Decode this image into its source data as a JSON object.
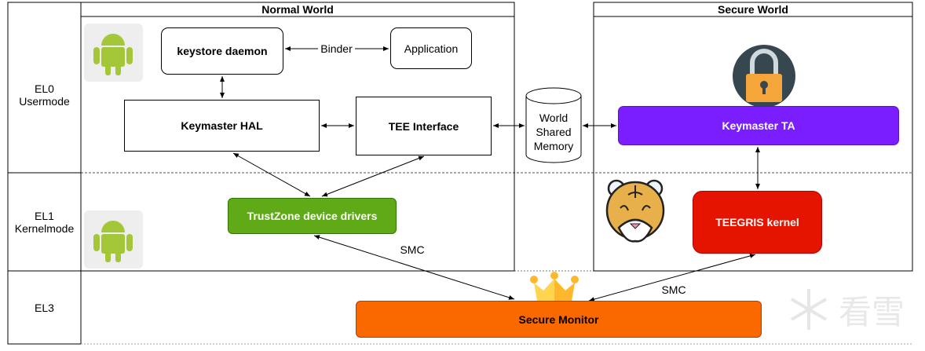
{
  "rows": {
    "el0": "EL0\nUsermode",
    "el1": "EL1\nKernelmode",
    "el3": "EL3"
  },
  "normal_world": {
    "title": "Normal World",
    "keystore": "keystore daemon",
    "binder": "Binder",
    "application": "Application",
    "keymaster_hal": "Keymaster HAL",
    "tee_interface": "TEE Interface",
    "trustzone_drivers": "TrustZone device drivers",
    "smc": "SMC"
  },
  "shared_memory": "World\nShared\nMemory",
  "secure_world": {
    "title": "Secure World",
    "keymaster_ta": "Keymaster TA",
    "teegris": "TEEGRIS kernel",
    "smc": "SMC"
  },
  "secure_monitor": "Secure Monitor",
  "watermark": "看雪",
  "colors": {
    "keymaster_ta": "#7a1dff",
    "teegris": "#e51400",
    "trustzone": "#60a917",
    "secure_monitor": "#fa6800",
    "android": "#a4c639"
  }
}
